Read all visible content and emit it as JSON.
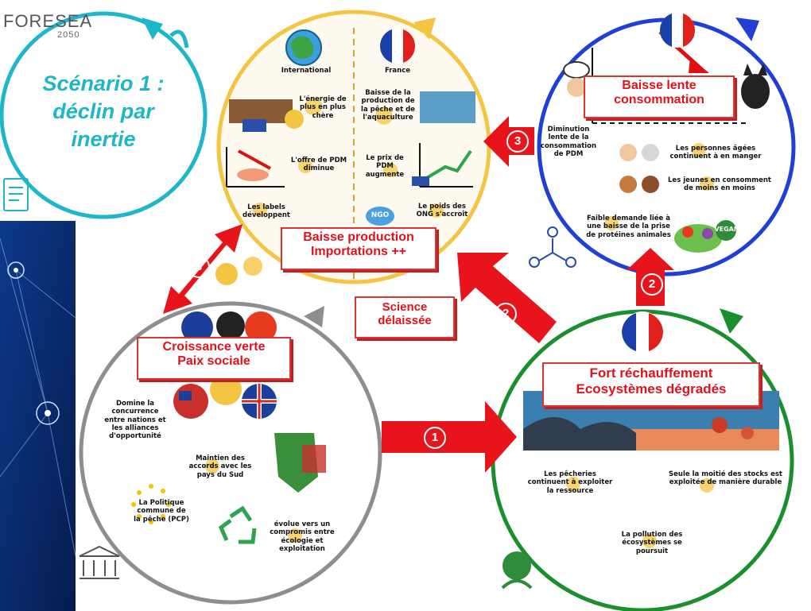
{
  "logo": {
    "name": "FORESEA",
    "sub": "2050"
  },
  "scenario_title": [
    "Scénario 1 :",
    "déclin par",
    "inertie"
  ],
  "colors": {
    "teal": "#1fb6c9",
    "yellow": "#f4c542",
    "blue": "#1f3fd6",
    "green": "#1a8f2e",
    "gray": "#8e8e8e",
    "red": "#e8141b"
  },
  "top_circle": {
    "col_international": "International",
    "col_france": "France",
    "left_items": [
      "L'énergie de plus en plus chère",
      "L'offre de PDM diminue",
      "Les labels développent"
    ],
    "right_items": [
      "Baisse de la production de la pêche et de l'aquaculture",
      "Le prix de PDM augmente",
      "Le poids des ONG s'accroît"
    ],
    "ngo_label": "NGO",
    "title_line1": "Baisse production",
    "title_line2": "Importations ++"
  },
  "right_circle": {
    "title_line1": "Baisse lente",
    "title_line2": "consommation",
    "items": [
      "Diminution lente de la consommation de PDM",
      "Les personnes âgées continuent à en manger",
      "Les jeunes en consomment de moins en moins",
      "Faible demande liée à une baisse de la prise de protéines animales"
    ],
    "vegan_label": "VEGAN"
  },
  "bottom_right_circle": {
    "title_line1": "Fort réchauffement",
    "title_line2": "Ecosystèmes dégradés",
    "items": [
      "Les pêcheries continuent à exploiter la ressource",
      "Seule la moitié des stocks est exploitée de manière durable",
      "La pollution des écosystèmes se poursuit"
    ]
  },
  "bottom_left_circle": {
    "title_line1": "Croissance verte",
    "title_line2": "Paix sociale",
    "items": [
      "Domine la concurrence entre nations et les alliances d'opportunité",
      "Maintien des accords avec les pays du Sud",
      "La Politique commune de la pêche (PCP)",
      "évolue vers un compromis entre écologie et exploitation"
    ]
  },
  "science_box": {
    "line1": "Science",
    "line2": "délaissée"
  },
  "arrow_numbers": [
    "1",
    "2",
    "2",
    "3",
    "3"
  ]
}
